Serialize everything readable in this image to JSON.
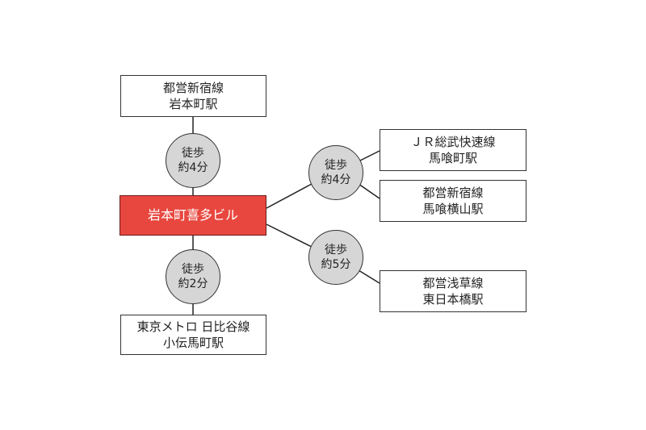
{
  "center": {
    "label": "岩本町喜多ビル"
  },
  "stations": [
    {
      "line": "都営新宿線",
      "station": "岩本町駅"
    },
    {
      "line": "東京メトロ 日比谷線",
      "station": "小伝馬町駅"
    },
    {
      "line": "ＪＲ総武快速線",
      "station": "馬喰町駅"
    },
    {
      "line": "都営新宿線",
      "station": "馬喰横山駅"
    },
    {
      "line": "都営浅草線",
      "station": "東日本橋駅"
    }
  ],
  "walks": [
    {
      "l1": "徒歩",
      "l2": "約4分"
    },
    {
      "l1": "徒歩",
      "l2": "約2分"
    },
    {
      "l1": "徒歩",
      "l2": "約4分"
    },
    {
      "l1": "徒歩",
      "l2": "約5分"
    }
  ],
  "colors": {
    "center_fill": "#e8473f",
    "center_text": "#ffffff",
    "circle_fill": "#d6d6d6",
    "box_border": "#333333",
    "line": "#222222"
  }
}
